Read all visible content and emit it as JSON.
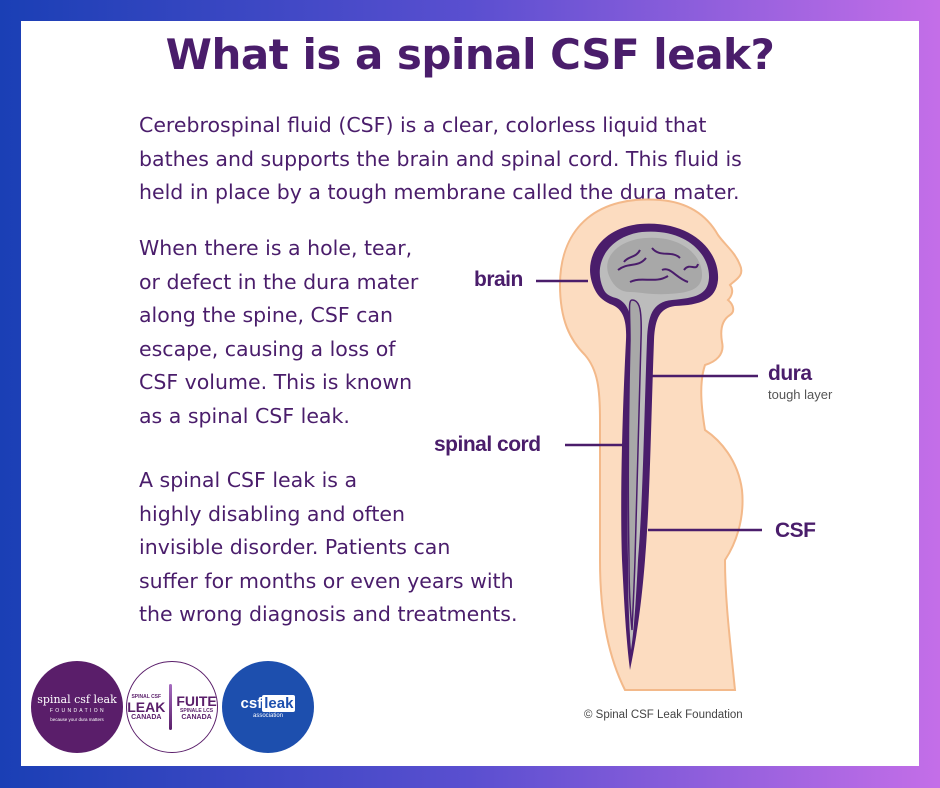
{
  "title": "What is a spinal CSF leak?",
  "intro": {
    "lines": [
      "Cerebrospinal fluid (CSF) is a clear, colorless liquid that",
      "bathes and supports the brain and spinal cord. This fluid is",
      "held in place by a tough membrane called the dura mater."
    ]
  },
  "definition": {
    "lines": [
      "When there is a hole, tear,",
      "or defect in the dura mater",
      "along the spine, CSF can",
      "escape, causing a loss of",
      "CSF volume. This is known",
      "as a spinal CSF leak."
    ]
  },
  "impact": {
    "lines": [
      "A spinal CSF leak is a",
      "highly disabling and often",
      "invisible disorder. Patients can",
      "suffer for months or even years with",
      "the wrong diagnosis and treatments."
    ]
  },
  "diagram": {
    "labels": {
      "brain": "brain",
      "dura": "dura",
      "dura_sub": "tough layer",
      "spinal_cord": "spinal cord",
      "csf": "CSF"
    },
    "colors": {
      "body": "#fcdcc0",
      "body_outline": "#f3b98a",
      "dura": "#4a1d6b",
      "csf": "#bcbcbc",
      "brain": "#a8a8a8",
      "leader": "#4a1d6b"
    }
  },
  "credit": "© Spinal CSF Leak Foundation",
  "logos": {
    "foundation": {
      "name": "spinal csf leak",
      "sub": "F O U N D A T I O N",
      "tagline": "because your dura matters"
    },
    "canada": {
      "en_small": "SPINAL CSF",
      "en_big": "LEAK",
      "en_country": "CANADA",
      "fr_big": "FUITE",
      "fr_small": "SPINALE LCS",
      "fr_country": "CANADA"
    },
    "association": {
      "csf": "csf",
      "leak": "leak",
      "sub": "association"
    }
  }
}
